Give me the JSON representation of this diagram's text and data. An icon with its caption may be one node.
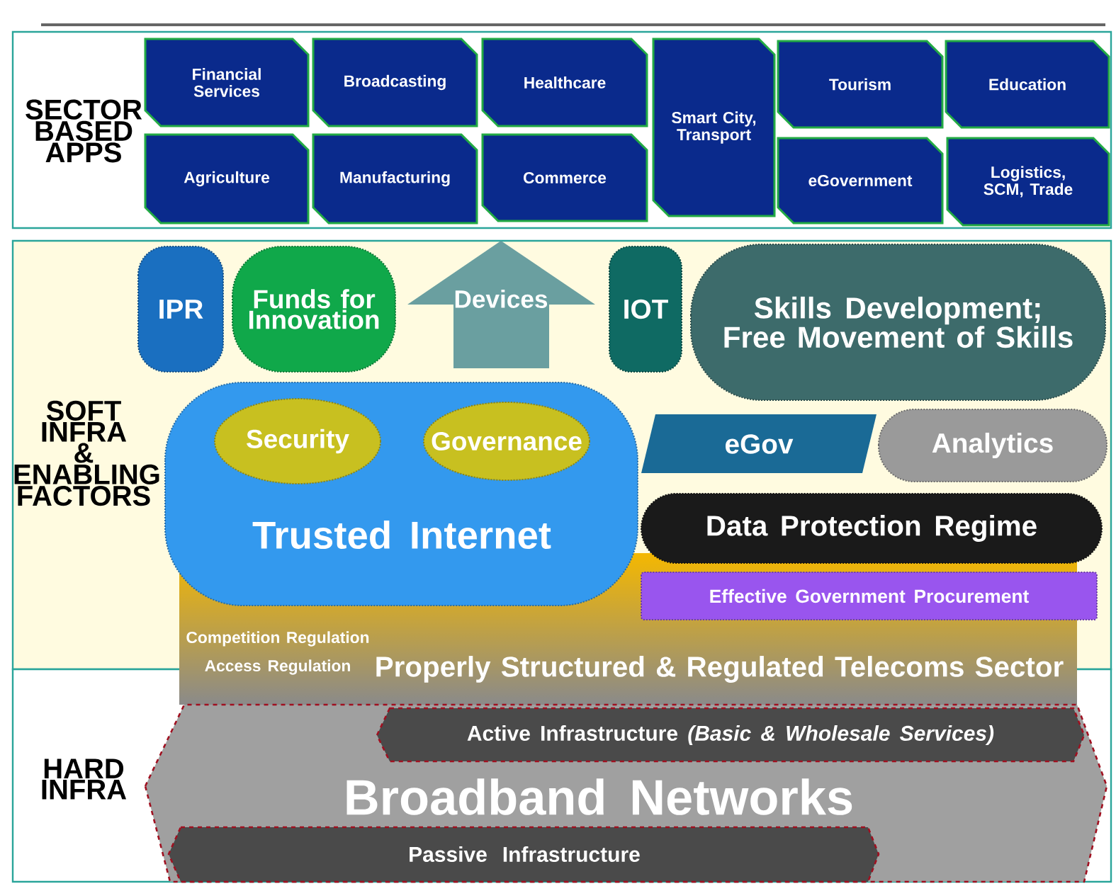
{
  "diagram": {
    "nodes": [
      {
        "text": [
          "SECTOR BASED APPS"
        ]
      },
      {
        "text": [
          "Financial Services"
        ],
        "in": 0
      },
      {
        "text": [
          "Broadcasting"
        ],
        "in": 0
      },
      {
        "text": [
          "Healthcare"
        ],
        "in": 0
      },
      {
        "text": [
          "Smart City, Transport"
        ],
        "in": 0
      },
      {
        "text": [
          "Tourism"
        ],
        "in": 0
      },
      {
        "text": [
          "Education"
        ],
        "in": 0
      },
      {
        "text": [
          "Agriculture"
        ],
        "in": 0
      },
      {
        "text": [
          "Manufacturing"
        ],
        "in": 0
      },
      {
        "text": [
          "Commerce"
        ],
        "in": 0
      },
      {
        "text": [
          "eGovernment"
        ],
        "in": 0
      },
      {
        "text": [
          "Logistics, SCM, Trade"
        ],
        "in": 0
      },
      {
        "text": [
          "SOFT INFRA & ENABLING FACTORS"
        ]
      },
      {
        "text": [
          "IPR"
        ],
        "in": 12
      },
      {
        "text": [
          "Funds for Innovation"
        ],
        "in": 12
      },
      {
        "text": [
          "Devices"
        ],
        "in": 12
      },
      {
        "text": [
          "IOT"
        ],
        "in": 12
      },
      {
        "text": [
          "Skills Development; Free Movement of Skills"
        ],
        "in": 12
      },
      {
        "text": [
          "Trusted Internet"
        ],
        "in": 12
      },
      {
        "text": [
          "Security"
        ],
        "in": 18
      },
      {
        "text": [
          "Governance"
        ],
        "in": 18
      },
      {
        "text": [
          "eGov"
        ],
        "in": 12
      },
      {
        "text": [
          "Analytics"
        ],
        "in": 12
      },
      {
        "text": [
          "Data Protection Regime"
        ],
        "in": 12
      },
      {
        "text": [
          "Effective Government Procurement"
        ],
        "in": 12
      },
      {
        "text": [
          "Competition Regulation",
          "Access Regulation",
          "Properly Structured & Regulated Telecoms Sector"
        ]
      },
      {
        "text": [
          "HARD INFRA"
        ]
      },
      {
        "text": [
          "Broadband Networks"
        ],
        "in": 26
      },
      {
        "text": [
          "Active Infrastructure *(Basic & Wholesale Services)*"
        ],
        "in": 27
      },
      {
        "text": [
          "Passive Infrastructure"
        ],
        "in": 27
      }
    ]
  }
}
